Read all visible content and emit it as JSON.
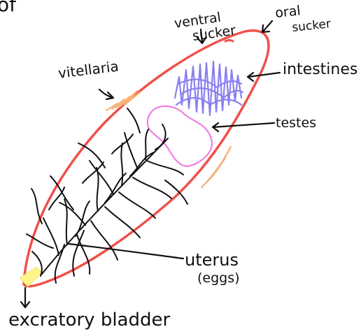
{
  "labels": {
    "top_partial": "of",
    "ventral_line1": "ventral",
    "ventral_line2": "sucker",
    "oral_line1": "oral",
    "oral_line2": "sucker",
    "vitellaria": "vitellaria",
    "intestines": "intestines",
    "testes": "testes",
    "uterus_line1": "uterus",
    "uterus_line2": "(eggs)",
    "excretory": "excratory bladder"
  },
  "colors": {
    "body_outline": "#f0504a",
    "intestines": "#8b7ff0",
    "testes": "#f07ee0",
    "vitellaria": "#f5b27a",
    "excretory_bladder": "#fff48a",
    "uterus": "#111111"
  }
}
